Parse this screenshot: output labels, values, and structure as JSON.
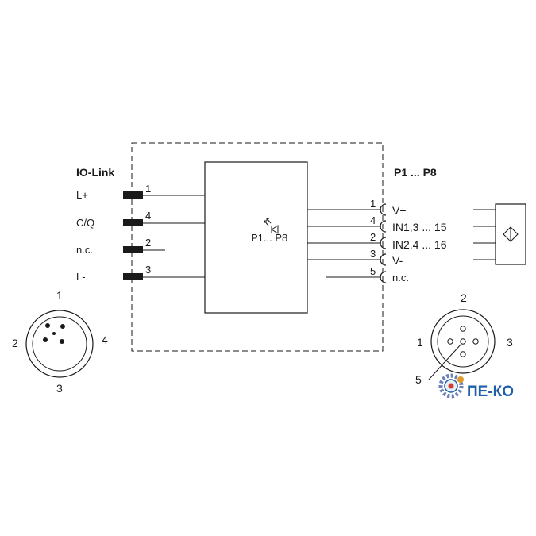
{
  "left_header": "IO-Link",
  "right_header": "P1 ... P8",
  "center_label": "P1... P8",
  "left_pins": [
    {
      "signal": "L+",
      "pin": "1"
    },
    {
      "signal": "C/Q",
      "pin": "4"
    },
    {
      "signal": "n.c.",
      "pin": "2"
    },
    {
      "signal": "L-",
      "pin": "3"
    }
  ],
  "right_pins": [
    {
      "pin": "1",
      "signal": "V+"
    },
    {
      "pin": "4",
      "signal": "IN1,3 ... 15"
    },
    {
      "pin": "2",
      "signal": "IN2,4 ... 16"
    },
    {
      "pin": "3",
      "signal": "V-"
    },
    {
      "pin": "5",
      "signal": "n.c."
    }
  ],
  "left_connector_numbers": {
    "top": "1",
    "left": "2",
    "right": "4",
    "bottom": "3"
  },
  "right_connector_numbers": {
    "top": "2",
    "left": "1",
    "right": "3",
    "bottom_left": "5"
  },
  "watermark": "ПЕ-КО",
  "icons": [
    "led-icon",
    "sensor-symbol-icon",
    "gear-logo-icon"
  ]
}
